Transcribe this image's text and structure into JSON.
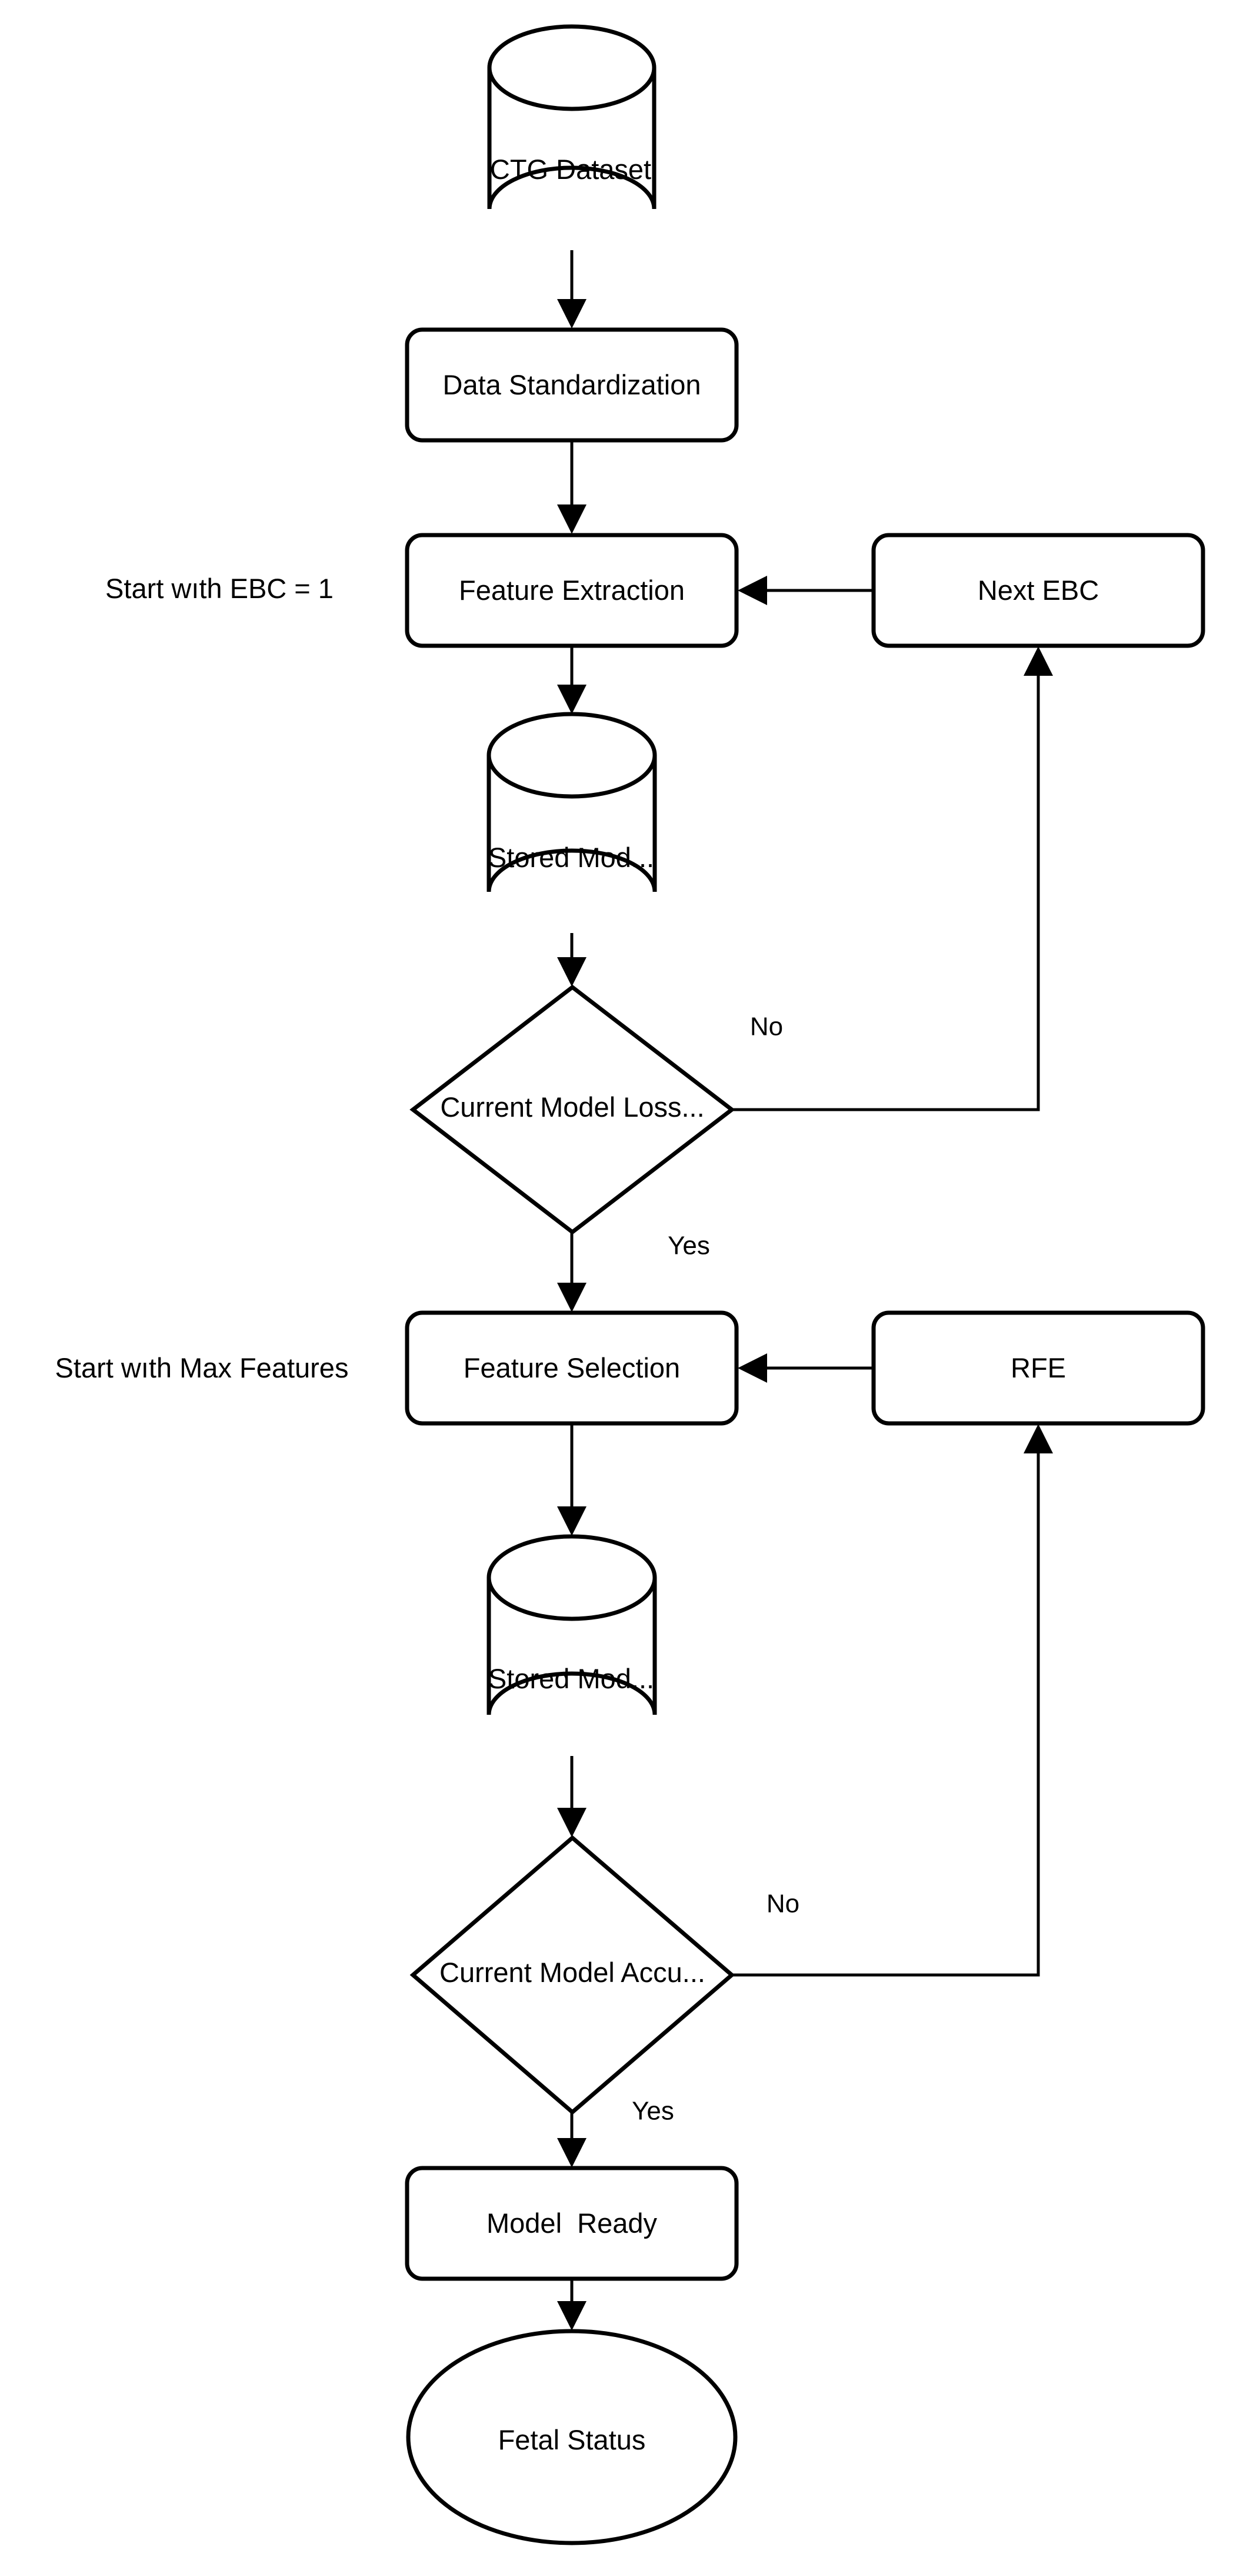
{
  "diagram": {
    "kind": "flowchart",
    "colors": {
      "stroke": "#000000",
      "fill": "#ffffff",
      "background": "#ffffff",
      "text": "#000000"
    },
    "nodes": {
      "ctg_dataset": {
        "shape": "cylinder",
        "label": "CTG Dataset"
      },
      "data_standardization": {
        "shape": "rounded-rect",
        "label": "Data Standardization"
      },
      "feature_extraction": {
        "shape": "rounded-rect",
        "label": "Feature Extraction"
      },
      "next_ebc": {
        "shape": "rounded-rect",
        "label": "Next EBC"
      },
      "stored_model_1": {
        "shape": "cylinder",
        "label": "Stored Mod..."
      },
      "loss_decision": {
        "shape": "diamond",
        "label": "Current Model Loss..."
      },
      "feature_selection": {
        "shape": "rounded-rect",
        "label": "Feature Selection"
      },
      "rfe": {
        "shape": "rounded-rect",
        "label": "RFE"
      },
      "stored_model_2": {
        "shape": "cylinder",
        "label": "Stored Mod..."
      },
      "accuracy_decision": {
        "shape": "diamond",
        "label": "Current Model Accu..."
      },
      "model_ready": {
        "shape": "rounded-rect",
        "label": "Model  Ready"
      },
      "fetal_status": {
        "shape": "ellipse",
        "label": "Fetal Status"
      }
    },
    "annotations": {
      "start_ebc": {
        "label": "Start wıth EBC = 1"
      },
      "start_max_features": {
        "label": "Start wıth Max Features"
      }
    },
    "edge_labels": {
      "loss_no": {
        "label": "No"
      },
      "loss_yes": {
        "label": "Yes"
      },
      "accuracy_no": {
        "label": "No"
      },
      "accuracy_yes": {
        "label": "Yes"
      }
    }
  }
}
